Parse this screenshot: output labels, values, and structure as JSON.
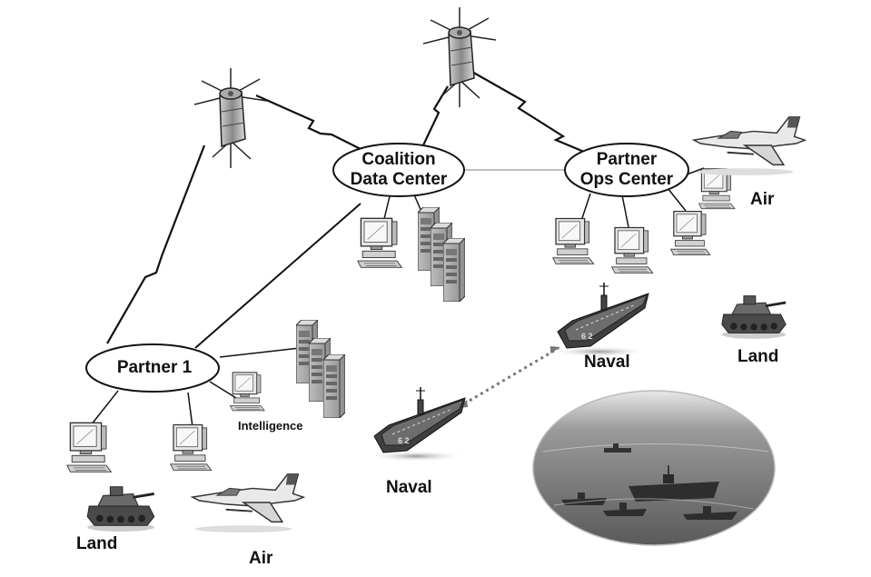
{
  "nodes": {
    "coalition": {
      "line1": "Coalition",
      "line2": "Data Center"
    },
    "partner_ops": {
      "line1": "Partner",
      "line2": "Ops Center"
    },
    "partner1": {
      "label": "Partner 1"
    }
  },
  "labels": {
    "air_right": "Air",
    "land_right": "Land",
    "naval_upper": "Naval",
    "naval_lower": "Naval",
    "intelligence": "Intelligence",
    "land_left": "Land",
    "air_bottom": "Air"
  },
  "icons": [
    "satellite-icon",
    "workstation-icon",
    "server-rack-icon",
    "fighter-jet-icon",
    "tank-icon",
    "aircraft-carrier-icon",
    "fleet-photo"
  ]
}
